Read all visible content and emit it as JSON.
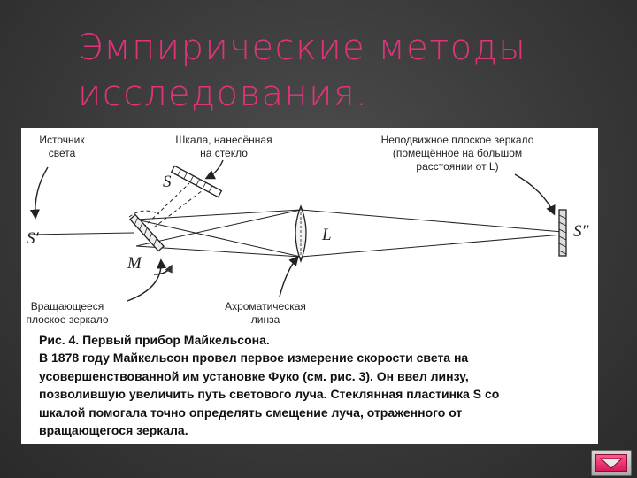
{
  "slide": {
    "title_line1": "Эмпирические методы",
    "title_line2": "исследования."
  },
  "figure": {
    "labels": {
      "source": [
        "Источник",
        "света"
      ],
      "scale": [
        "Шкала, нанесённая",
        "на стекло"
      ],
      "fixed_mirror": [
        "Неподвижное плоское зеркало",
        "(помещённое на большом",
        "расстоянии от L)"
      ],
      "rotating_mirror": [
        "Вращающееся",
        "плоское зеркало"
      ],
      "lens": [
        "Ахроматическая",
        "линза"
      ]
    },
    "symbols": {
      "s": "S",
      "s_prime": "S′",
      "s_double_prime": "S″",
      "l": "L",
      "m": "M"
    }
  },
  "caption": {
    "line1": "Рис. 4. Первый прибор Майкельсона.",
    "line2": "В 1878 году Майкельсон провел первое измерение скорости света на",
    "line3": "усовершенствованной им установке Фуко (см. рис. 3). Он ввел линзу,",
    "line4": "позволившую увеличить путь светового луча. Стеклянная пластинка S со",
    "line5": "шкалой помогала точно определять смещение луча, отраженного от",
    "line6": "вращающегося зеркала."
  },
  "colors": {
    "title": "#e0347a",
    "background": "#3a3a3a",
    "nav_button": "#e02a66"
  },
  "nav": {
    "next_icon": "next-slide-icon"
  }
}
